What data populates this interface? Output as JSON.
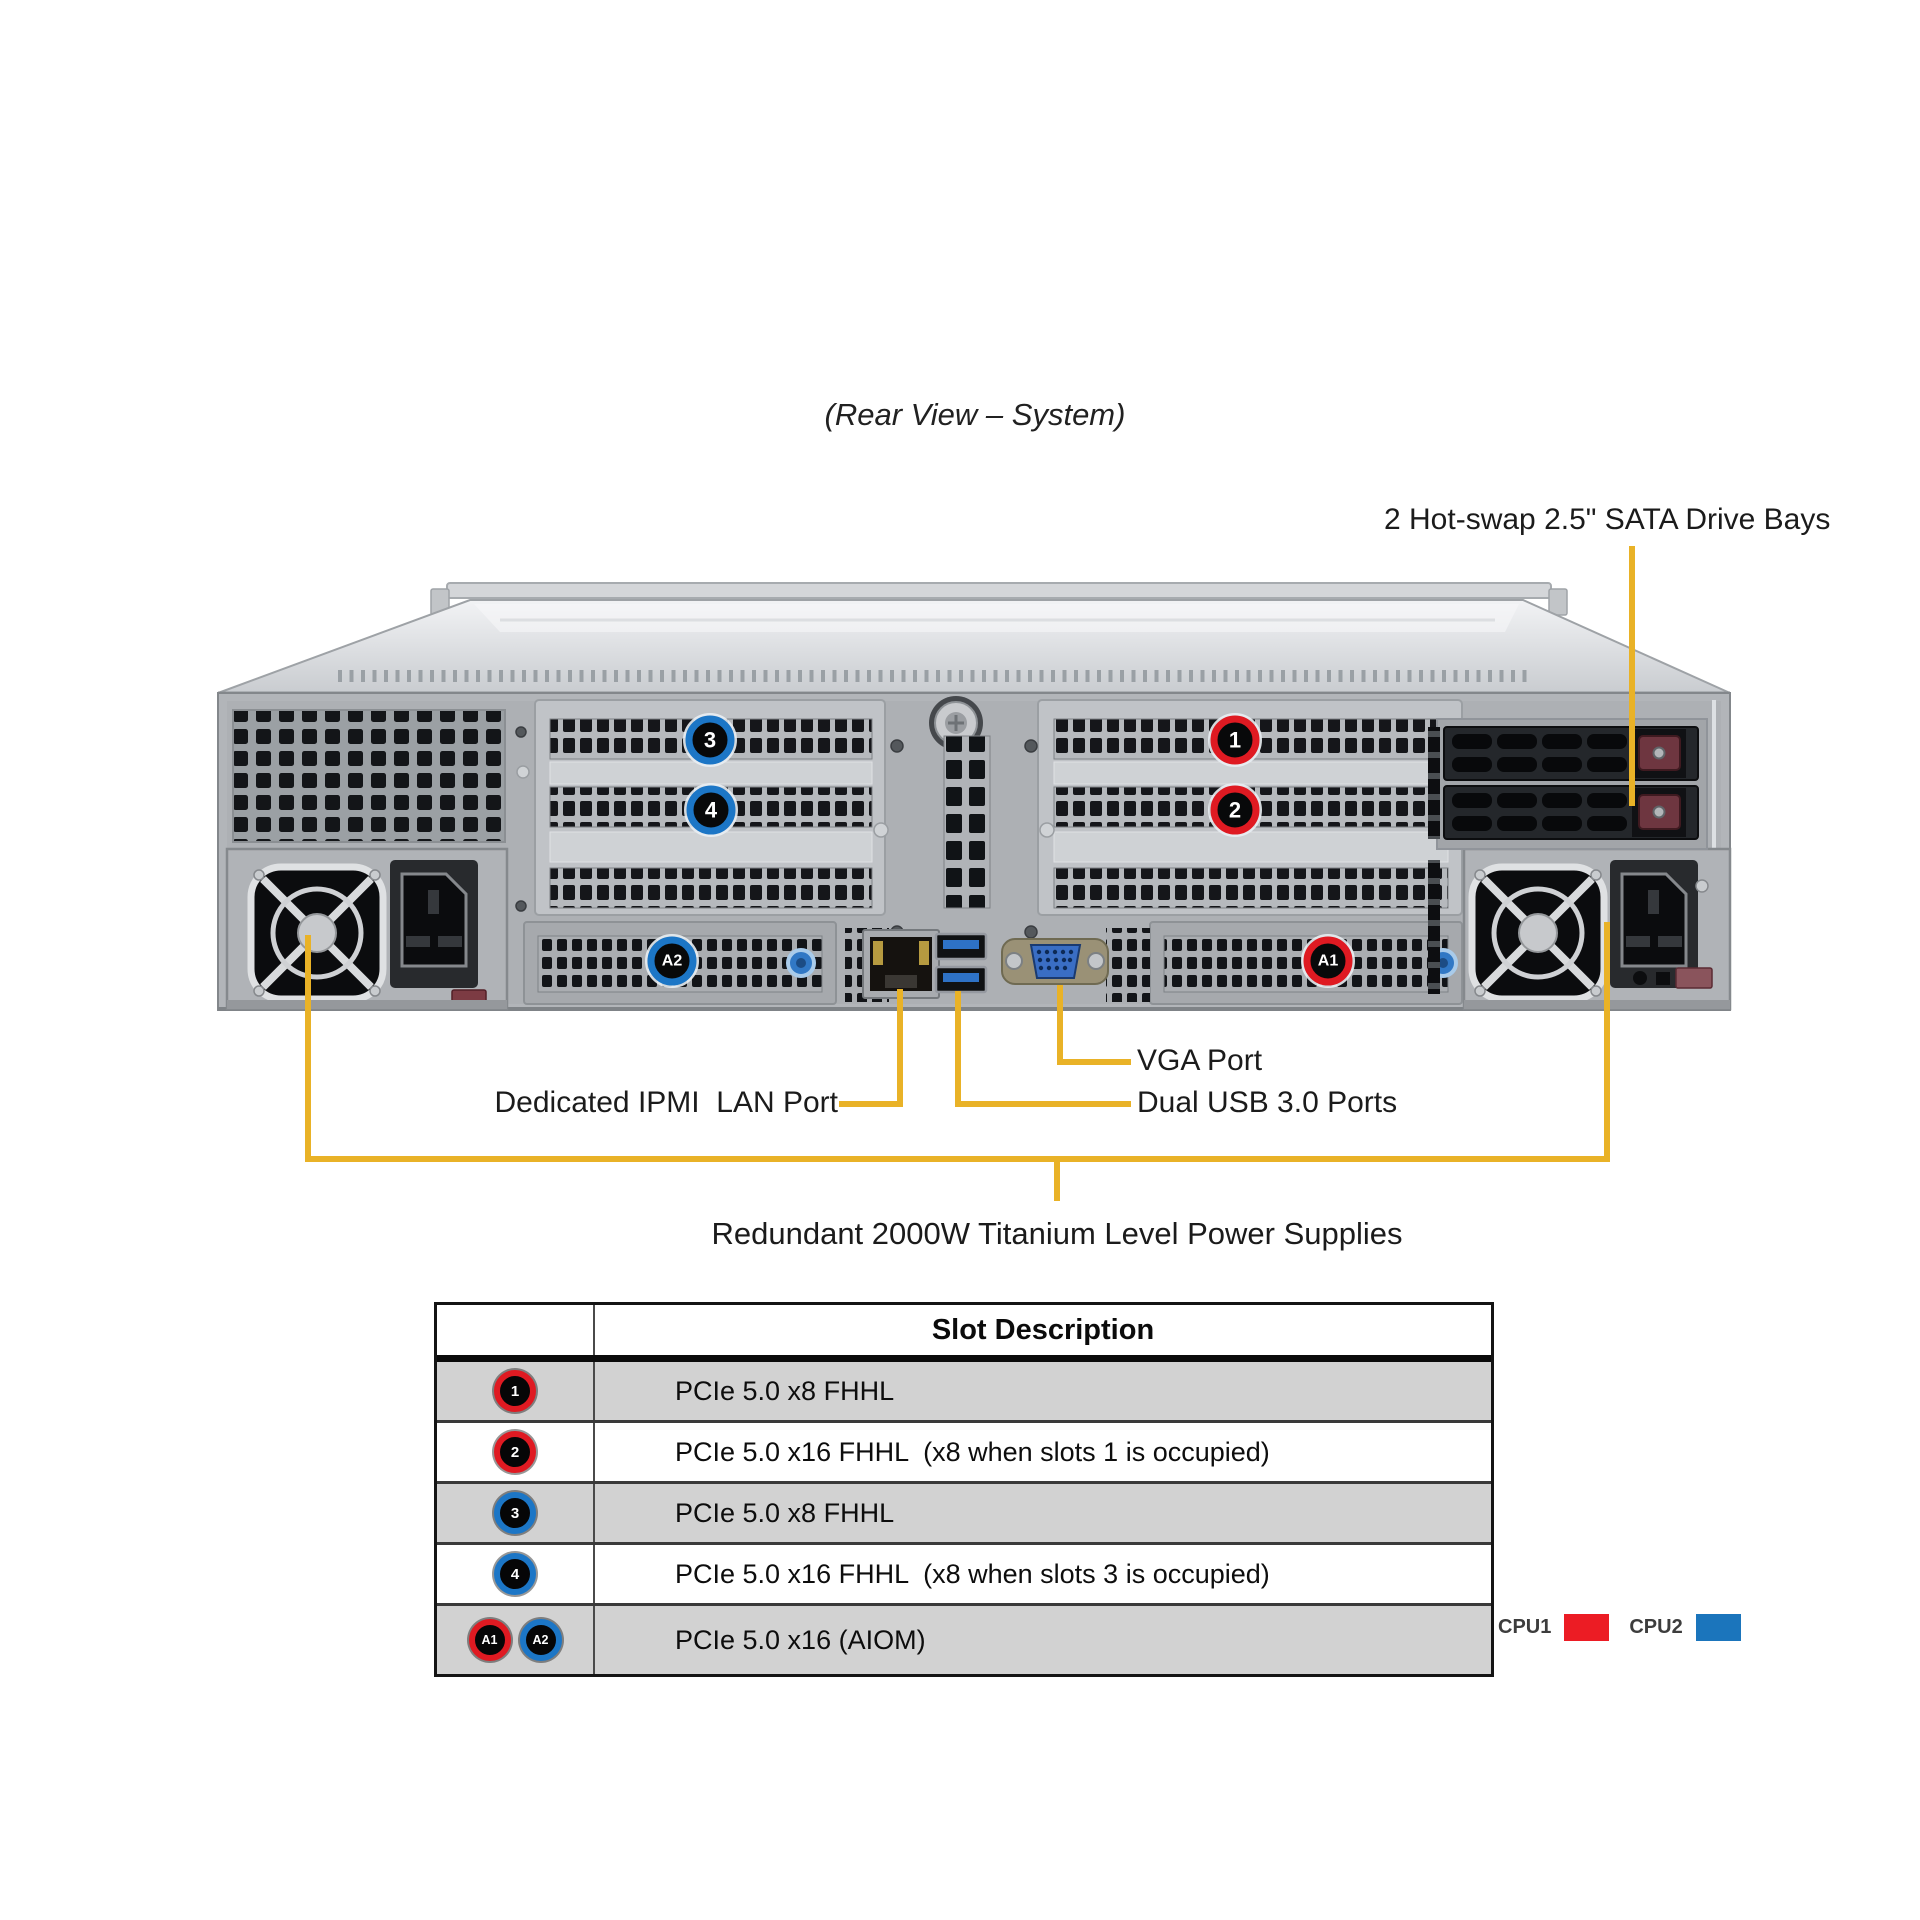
{
  "colors": {
    "accent": "#E9B227",
    "badge-red": "#DF1A22",
    "badge-blue": "#1C76C6"
  },
  "diagram": {
    "title": "(Rear View – System)",
    "callout_drive_bays": "2 Hot-swap 2.5\" SATA Drive Bays",
    "callout_ipmi": "Dedicated IPMI  LAN Port",
    "callout_vga": "VGA Port",
    "callout_usb": "Dual USB 3.0 Ports",
    "callout_psu": "Redundant 2000W Titanium Level Power Supplies"
  },
  "chassis": {
    "badges": {
      "slot3": {
        "label": "3",
        "color": "blue"
      },
      "slot4": {
        "label": "4",
        "color": "blue"
      },
      "slot1": {
        "label": "1",
        "color": "red"
      },
      "slot2": {
        "label": "2",
        "color": "red"
      },
      "aiom_a2": {
        "label": "A2",
        "color": "blue"
      },
      "aiom_a1": {
        "label": "A1",
        "color": "red"
      }
    }
  },
  "table": {
    "header": "Slot Description",
    "rows": [
      {
        "badges": [
          {
            "label": "1",
            "color": "red"
          }
        ],
        "desc": "PCIe 5.0 x8 FHHL"
      },
      {
        "badges": [
          {
            "label": "2",
            "color": "red"
          }
        ],
        "desc": "PCIe 5.0 x16 FHHL  (x8 when slots 1 is occupied)"
      },
      {
        "badges": [
          {
            "label": "3",
            "color": "blue"
          }
        ],
        "desc": "PCIe 5.0 x8 FHHL"
      },
      {
        "badges": [
          {
            "label": "4",
            "color": "blue"
          }
        ],
        "desc": "PCIe 5.0 x16 FHHL  (x8 when slots 3 is occupied)"
      },
      {
        "badges": [
          {
            "label": "A1",
            "color": "red"
          },
          {
            "label": "A2",
            "color": "blue"
          }
        ],
        "desc": "PCIe 5.0 x16 (AIOM)"
      }
    ]
  },
  "legend": {
    "items": [
      {
        "label": "CPU1",
        "color": "#EC1C24"
      },
      {
        "label": "CPU2",
        "color": "#1B75BC"
      }
    ]
  }
}
